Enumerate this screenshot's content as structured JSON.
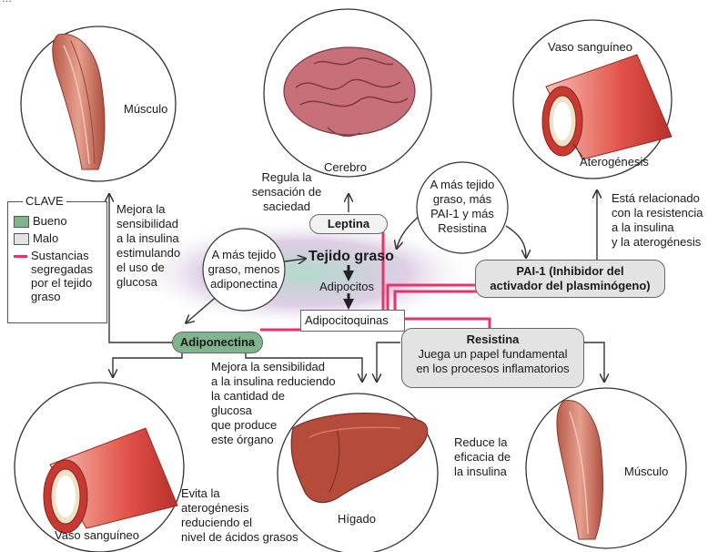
{
  "header_partial": "...",
  "circles": {
    "muscle_top": "Músculo",
    "brain": "Cerebro",
    "vessel_top_title": "Vaso sanguíneo",
    "vessel_top_caption": "Aterogénesis",
    "vessel_bottom": "Vaso sanguíneo",
    "liver": "Hígado",
    "muscle_bottom": "Músculo"
  },
  "key": {
    "title": "CLAVE",
    "good": "Bueno",
    "bad": "Malo",
    "secreted": [
      "Sustancias",
      "segregadas",
      "por el tejido",
      "graso"
    ],
    "colors": {
      "good": "#7fb48c",
      "bad": "#e3e3e3",
      "secreted": "#e8336a"
    }
  },
  "center": {
    "tissue": "Tejido graso",
    "adipocytes": "Adipocitos",
    "adipokines": "Adipocitoquinas"
  },
  "nodes": {
    "leptin": "Leptina",
    "adiponectin": "Adiponectina",
    "pai1": [
      "PAI-1 (Inhibidor del",
      "activador del plasminógeno)"
    ],
    "resistin_title": "Resistina",
    "resistin_desc": [
      "Juega un papel fundamental",
      "en los procesos inflamatorios"
    ]
  },
  "bubbles": {
    "less_adiponectin": [
      "A más tejido",
      "graso, menos",
      "adiponectina"
    ],
    "more_pai": [
      "A más tejido",
      "graso, más",
      "PAI-1 y más",
      "Resistina"
    ]
  },
  "annotations": {
    "satiety": [
      "Regula la",
      "sensación de",
      "saciedad"
    ],
    "muscle_sensitivity": [
      "Mejora la",
      "sensibilidad",
      "a la insulina",
      "estimulando",
      "el uso de",
      "glucosa"
    ],
    "pai_relation": [
      "Está relacionado",
      "con la resistencia",
      "a la insulina",
      "y la aterogénesis"
    ],
    "liver_sensitivity": [
      "Mejora la sensibilidad",
      "a la insulina reduciendo",
      "la cantidad de",
      "glucosa",
      "que produce",
      "este órgano"
    ],
    "atherogenesis": [
      "Evita la",
      "aterogénesis",
      "reduciendo el",
      "nivel de ácidos grasos"
    ],
    "resistin_effect": [
      "Reduce la",
      "eficacia de",
      "la insulina"
    ]
  }
}
